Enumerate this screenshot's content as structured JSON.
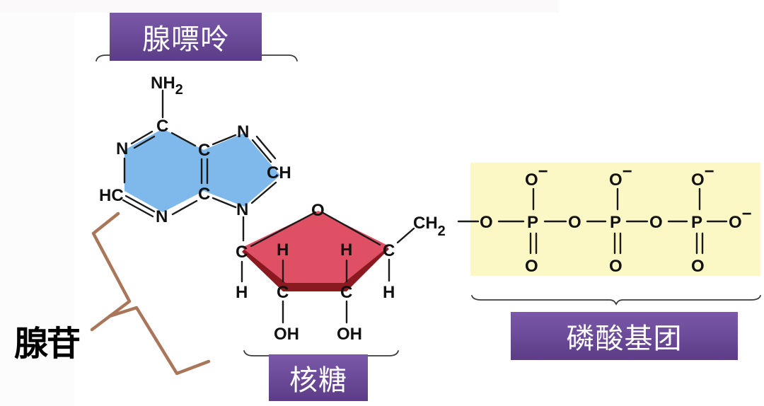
{
  "title": "ATP structure",
  "labels": {
    "adenine": "腺嘌呤",
    "ribose": "核糖",
    "phosphate_group": "磷酸基团",
    "adenosine": "腺苷"
  },
  "adenine_atoms": {
    "amine": "NH",
    "amine_sub": "2",
    "c6": "C",
    "n1": "N",
    "c2": "HC",
    "n3": "N",
    "c4": "C",
    "c5": "C",
    "n7": "N",
    "c8": "CH",
    "n9": "N"
  },
  "ribose_atoms": {
    "o4": "O",
    "c1": "C",
    "c1_h": "H",
    "c2": "C",
    "c2_h": "H",
    "c2_oh": "OH",
    "c3": "C",
    "c3_h": "H",
    "c3_oh": "OH",
    "c4": "C",
    "c4_h": "H",
    "c5": "CH",
    "c5_sub": "2"
  },
  "phosphate_atoms": {
    "bridge_o": [
      "O",
      "O",
      "O"
    ],
    "p": [
      "P",
      "P",
      "P"
    ],
    "top_o": [
      "O",
      "O",
      "O"
    ],
    "charge": "−",
    "bottom_o": [
      "O",
      "O",
      "O"
    ],
    "terminal_o": "O"
  },
  "colors": {
    "label_purple": "#6a4a98",
    "adenine_fill": "#7fb9ec",
    "ribose_fill": "#e05064",
    "ribose_edge": "#8a1a20",
    "phosphate_bg": "#fcf8c6",
    "bracket_brown": "#a9765a"
  }
}
